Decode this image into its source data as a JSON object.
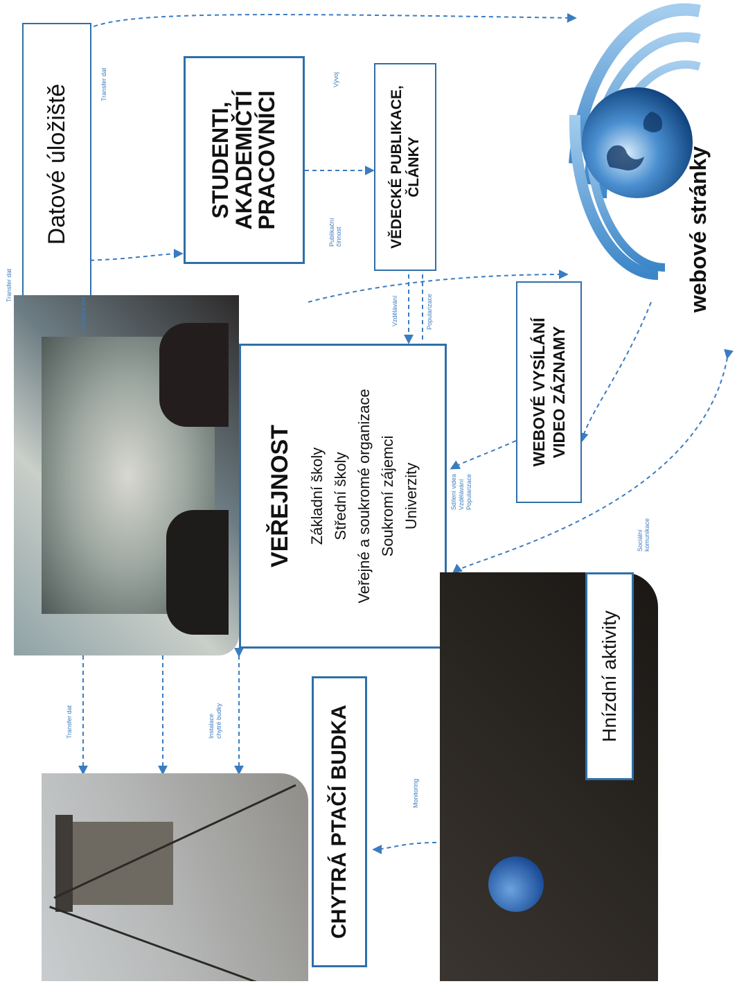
{
  "nodes": {
    "datove_uloziste": "Datové úložiště",
    "studenti": [
      "STUDENTI,",
      "AKADEMIČTÍ",
      "PRACOVNÍCI"
    ],
    "publikace": [
      "VĚDECKÉ PUBLIKACE,",
      "ČLÁNKY"
    ],
    "webove_stranky": "webové stránky",
    "verejnost_title": "VEŘEJNOST",
    "verejnost_items": [
      "Základní školy",
      "Střední školy",
      "Veřejné a soukromé organizace",
      "Soukromí zájemci",
      "Univerzity"
    ],
    "webove_vysilani": [
      "WEBOVÉ VYSÍLÁNÍ",
      "VIDEO ZÁZNAMY"
    ],
    "ptaci_budka": "CHYTRÁ PTAČÍ BUDKA",
    "hnizdni": "Hnízdní aktivity"
  },
  "edge_labels": {
    "transfer_dat": "Transfer dat",
    "analyza_dat": "Analýza dat",
    "vyvoj": "Vývoj",
    "publikacni_cinnost": [
      "Publikační",
      "činnost"
    ],
    "vzdelavani": "Vzdělávání",
    "popularizace": "Popularizace",
    "sdileni": [
      "Sdílení videa",
      "Vzdělávání",
      "Popularizace"
    ],
    "socialni": [
      "Sociální",
      "komunikace"
    ],
    "instalace": [
      "Instalace",
      "chytré budky"
    ],
    "monitoring": "Monitoring"
  },
  "colors": {
    "accent": "#2f6fa8",
    "arrow": "#3a7cc0"
  }
}
